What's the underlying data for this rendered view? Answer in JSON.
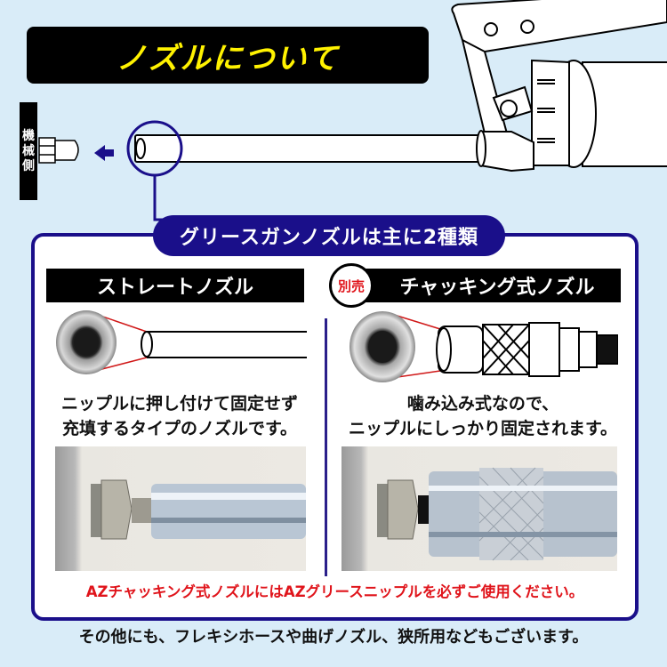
{
  "header": {
    "title": "ノズルについて"
  },
  "diagram": {
    "machine_side_label": [
      "機",
      "械",
      "側"
    ],
    "subtitle": "グリースガンノズルは主に2種類"
  },
  "nozzle_types": [
    {
      "name": "ストレートノズル",
      "description_lines": [
        "ニップルに押し付けて固定せず",
        "充填するタイプのノズルです。"
      ]
    },
    {
      "badge": "別売",
      "name": "チャッキング式ノズル",
      "description_lines": [
        "噛み込み式なので、",
        "ニップルにしっかり固定されます。"
      ]
    }
  ],
  "warning": "AZチャッキング式ノズルにはAZグリースニップルを必ずご使用ください。",
  "footer": "その他にも、フレキシホースや曲げノズル、狭所用などもございます。",
  "colors": {
    "background": "#d9ecf8",
    "title_text": "#fff200",
    "navy": "#1a0f8a",
    "warning_red": "#e0141b"
  },
  "icons": {
    "arrow": "arrow-left-icon",
    "nipple": "grease-nipple-icon",
    "magnifier": "callout-circle-icon"
  }
}
